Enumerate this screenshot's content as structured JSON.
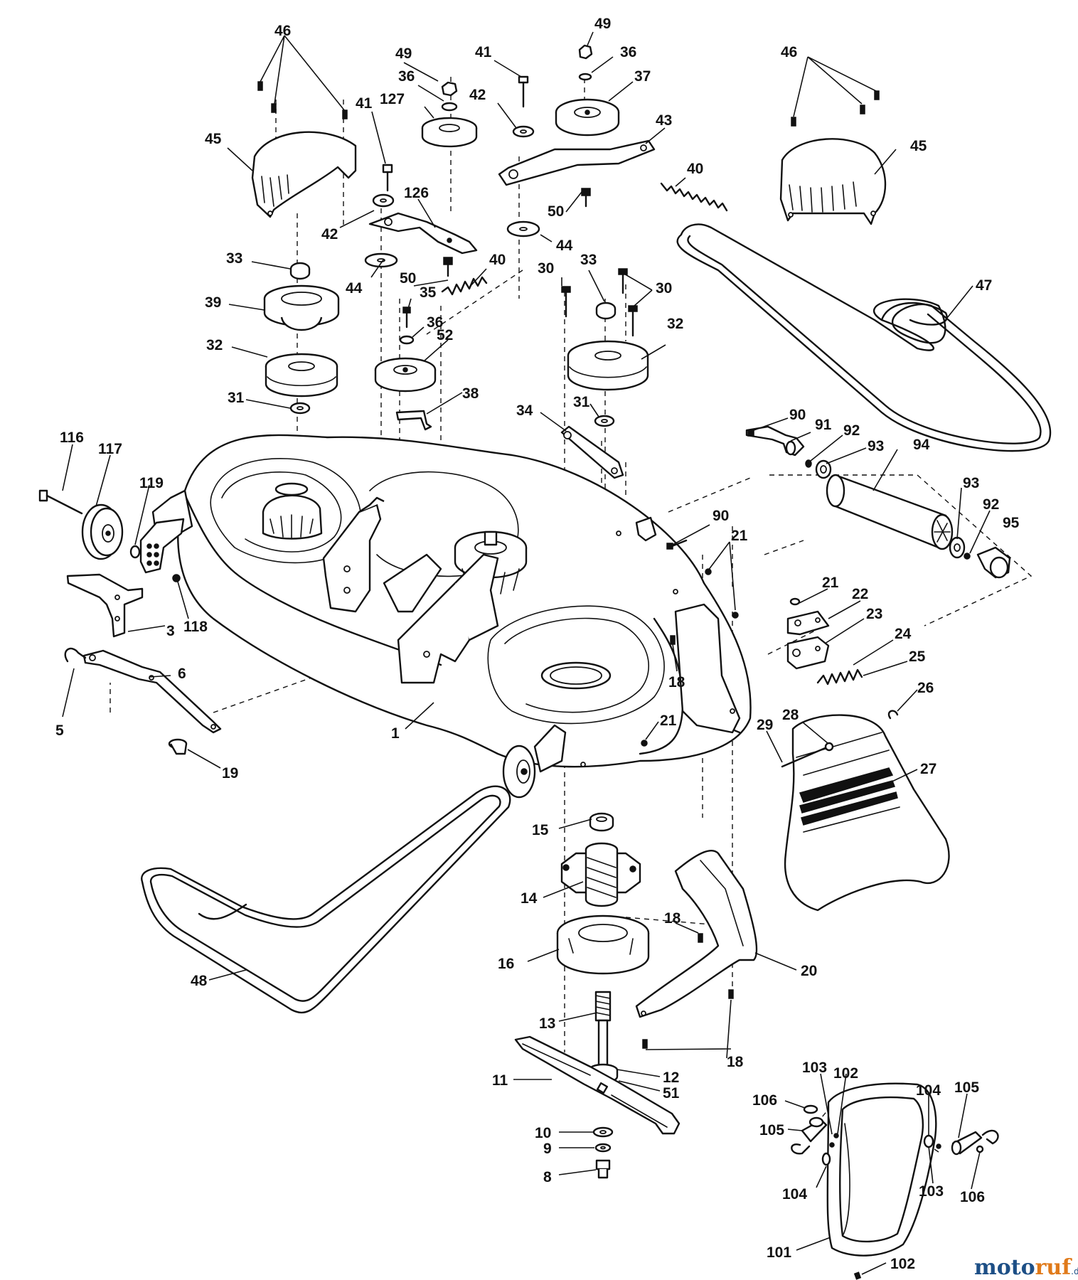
{
  "callouts": [
    {
      "id": "c46a",
      "text": "46"
    },
    {
      "id": "c49a",
      "text": "49"
    },
    {
      "id": "c41a",
      "text": "41"
    },
    {
      "id": "c49b",
      "text": "49"
    },
    {
      "id": "c36a",
      "text": "36"
    },
    {
      "id": "c36b",
      "text": "36"
    },
    {
      "id": "c127",
      "text": "127"
    },
    {
      "id": "c37",
      "text": "37"
    },
    {
      "id": "c46b",
      "text": "46"
    },
    {
      "id": "c42a",
      "text": "42"
    },
    {
      "id": "c45a",
      "text": "45"
    },
    {
      "id": "c41b",
      "text": "41"
    },
    {
      "id": "c43",
      "text": "43"
    },
    {
      "id": "c45b",
      "text": "45"
    },
    {
      "id": "c40a",
      "text": "40"
    },
    {
      "id": "c126",
      "text": "126"
    },
    {
      "id": "c50a",
      "text": "50"
    },
    {
      "id": "c42b",
      "text": "42"
    },
    {
      "id": "c44a",
      "text": "44"
    },
    {
      "id": "c33a",
      "text": "33"
    },
    {
      "id": "c50b",
      "text": "50"
    },
    {
      "id": "c40b",
      "text": "40"
    },
    {
      "id": "c30a",
      "text": "30"
    },
    {
      "id": "c33b",
      "text": "33"
    },
    {
      "id": "c30b",
      "text": "30"
    },
    {
      "id": "c44b",
      "text": "44"
    },
    {
      "id": "c47",
      "text": "47"
    },
    {
      "id": "c35",
      "text": "35"
    },
    {
      "id": "c39",
      "text": "39"
    },
    {
      "id": "c36c",
      "text": "36"
    },
    {
      "id": "c52",
      "text": "52"
    },
    {
      "id": "c32a",
      "text": "32"
    },
    {
      "id": "c32b",
      "text": "32"
    },
    {
      "id": "c38",
      "text": "38"
    },
    {
      "id": "c31a",
      "text": "31"
    },
    {
      "id": "c34",
      "text": "34"
    },
    {
      "id": "c31b",
      "text": "31"
    },
    {
      "id": "c90a",
      "text": "90"
    },
    {
      "id": "c91",
      "text": "91"
    },
    {
      "id": "c92a",
      "text": "92"
    },
    {
      "id": "c93a",
      "text": "93"
    },
    {
      "id": "c94",
      "text": "94"
    },
    {
      "id": "c116",
      "text": "116"
    },
    {
      "id": "c117",
      "text": "117"
    },
    {
      "id": "c93b",
      "text": "93"
    },
    {
      "id": "c119",
      "text": "119"
    },
    {
      "id": "c92b",
      "text": "92"
    },
    {
      "id": "c95",
      "text": "95"
    },
    {
      "id": "c90b",
      "text": "90"
    },
    {
      "id": "c21a",
      "text": "21"
    },
    {
      "id": "c21b",
      "text": "21"
    },
    {
      "id": "c22",
      "text": "22"
    },
    {
      "id": "c118",
      "text": "118"
    },
    {
      "id": "c3",
      "text": "3"
    },
    {
      "id": "c23",
      "text": "23"
    },
    {
      "id": "c24",
      "text": "24"
    },
    {
      "id": "c25",
      "text": "25"
    },
    {
      "id": "c6",
      "text": "6"
    },
    {
      "id": "c18a",
      "text": "18"
    },
    {
      "id": "c26",
      "text": "26"
    },
    {
      "id": "c5",
      "text": "5"
    },
    {
      "id": "c1",
      "text": "1"
    },
    {
      "id": "c21c",
      "text": "21"
    },
    {
      "id": "c28",
      "text": "28"
    },
    {
      "id": "c29",
      "text": "29"
    },
    {
      "id": "c19",
      "text": "19"
    },
    {
      "id": "c27",
      "text": "27"
    },
    {
      "id": "c15",
      "text": "15"
    },
    {
      "id": "c14",
      "text": "14"
    },
    {
      "id": "c18b",
      "text": "18"
    },
    {
      "id": "c16",
      "text": "16"
    },
    {
      "id": "c20",
      "text": "20"
    },
    {
      "id": "c48",
      "text": "48"
    },
    {
      "id": "c13",
      "text": "13"
    },
    {
      "id": "c18c",
      "text": "18"
    },
    {
      "id": "c12",
      "text": "12"
    },
    {
      "id": "c11",
      "text": "11"
    },
    {
      "id": "c51",
      "text": "51"
    },
    {
      "id": "c103a",
      "text": "103"
    },
    {
      "id": "c102a",
      "text": "102"
    },
    {
      "id": "c106a",
      "text": "106"
    },
    {
      "id": "c104a",
      "text": "104"
    },
    {
      "id": "c105a",
      "text": "105"
    },
    {
      "id": "c105b",
      "text": "105"
    },
    {
      "id": "c10",
      "text": "10"
    },
    {
      "id": "c9",
      "text": "9"
    },
    {
      "id": "c104b",
      "text": "104"
    },
    {
      "id": "c103b",
      "text": "103"
    },
    {
      "id": "c106b",
      "text": "106"
    },
    {
      "id": "c8",
      "text": "8"
    },
    {
      "id": "c101",
      "text": "101"
    },
    {
      "id": "c102b",
      "text": "102"
    }
  ],
  "watermark": {
    "part1": "moto",
    "part2": "ruf",
    "suffix": ".de"
  }
}
